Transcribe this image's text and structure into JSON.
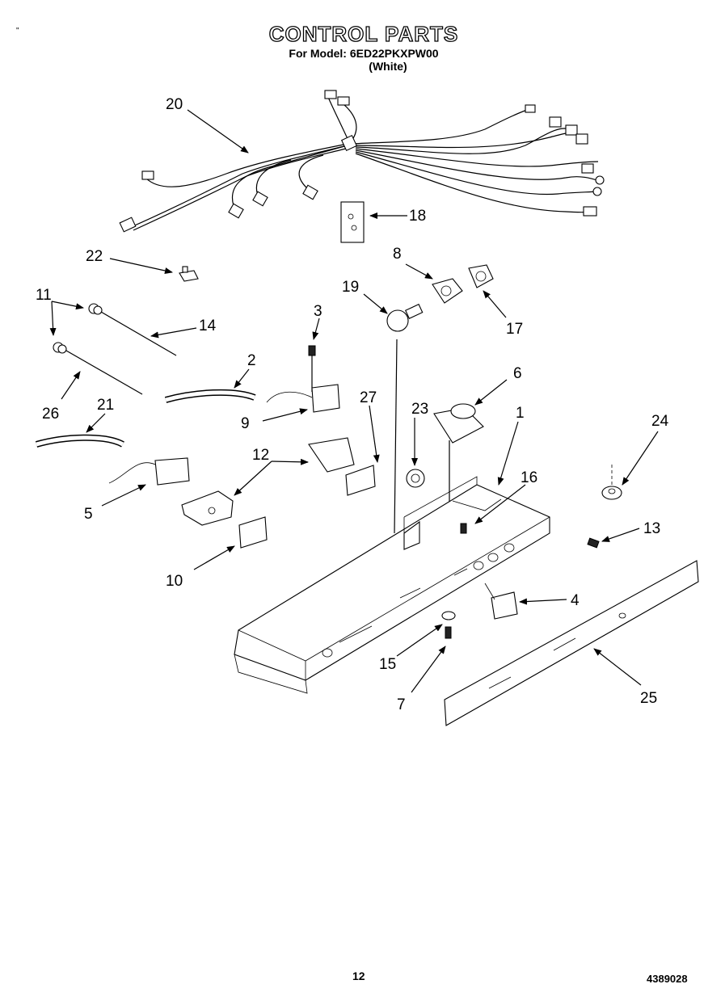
{
  "header": {
    "title": "CONTROL PARTS",
    "model_line": "For Model: 6ED22PKXPW00",
    "variant": "(White)"
  },
  "footer": {
    "page_number": "12",
    "document_number": "4389028",
    "stray_mark": "\""
  },
  "callouts": [
    {
      "id": "1",
      "label": "1"
    },
    {
      "id": "2",
      "label": "2"
    },
    {
      "id": "3",
      "label": "3"
    },
    {
      "id": "4",
      "label": "4"
    },
    {
      "id": "5",
      "label": "5"
    },
    {
      "id": "6",
      "label": "6"
    },
    {
      "id": "7",
      "label": "7"
    },
    {
      "id": "8",
      "label": "8"
    },
    {
      "id": "9",
      "label": "9"
    },
    {
      "id": "10",
      "label": "10"
    },
    {
      "id": "11",
      "label": "11"
    },
    {
      "id": "12",
      "label": "12"
    },
    {
      "id": "13",
      "label": "13"
    },
    {
      "id": "14",
      "label": "14"
    },
    {
      "id": "15",
      "label": "15"
    },
    {
      "id": "16",
      "label": "16"
    },
    {
      "id": "17",
      "label": "17"
    },
    {
      "id": "18",
      "label": "18"
    },
    {
      "id": "19",
      "label": "19"
    },
    {
      "id": "20",
      "label": "20"
    },
    {
      "id": "21",
      "label": "21"
    },
    {
      "id": "22",
      "label": "22"
    },
    {
      "id": "23",
      "label": "23"
    },
    {
      "id": "24",
      "label": "24"
    },
    {
      "id": "25",
      "label": "25"
    },
    {
      "id": "26",
      "label": "26"
    },
    {
      "id": "27",
      "label": "27"
    }
  ]
}
